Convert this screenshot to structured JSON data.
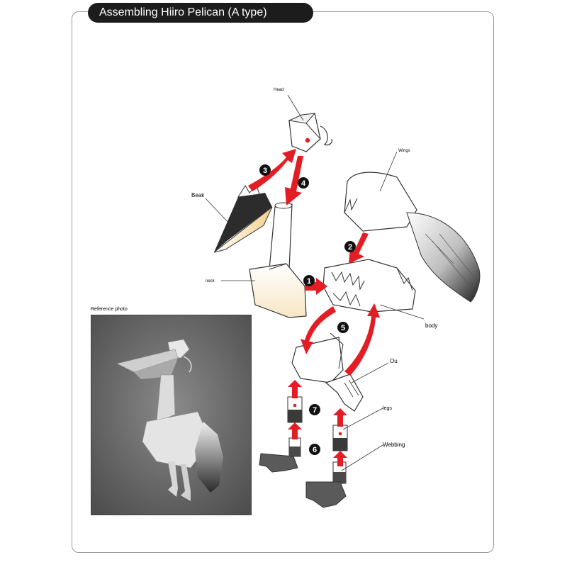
{
  "title": "Assembling Hiiro Pelican (A type)",
  "reference_label": "Reference photo",
  "labels": {
    "head": "Head",
    "wings": "Wings",
    "beak": "Beak",
    "neck": "neck",
    "body": "body",
    "ou": "Ou",
    "legs": "legs",
    "webbing": "Webbing"
  },
  "steps": [
    "1",
    "2",
    "3",
    "4",
    "5",
    "6",
    "7"
  ],
  "colors": {
    "arrow": "#e31d24",
    "title_bg": "#1c1c1c",
    "beak_fill": "#f3cf8c"
  }
}
